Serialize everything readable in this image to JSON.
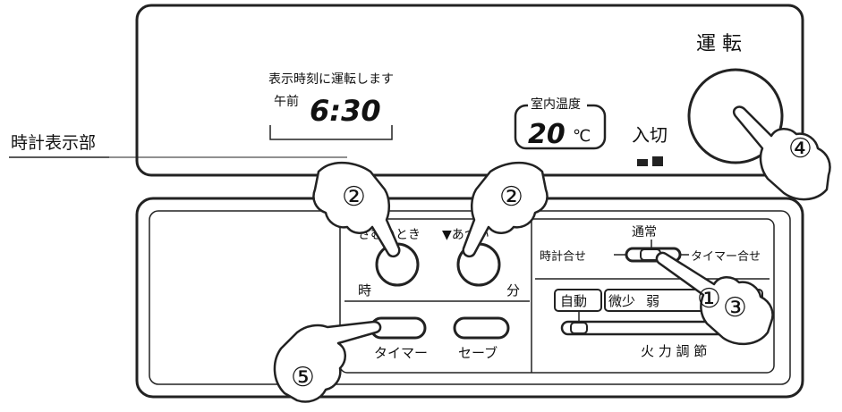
{
  "callout": {
    "clock_label": "時計表示部"
  },
  "display": {
    "run_notice": "表示時刻に運転します",
    "am_label": "午前",
    "clock_time": "6:30",
    "room_temp_label": "室内温度",
    "room_temp_value": "20",
    "room_temp_unit": "℃"
  },
  "run": {
    "label": "運 転",
    "on_off": "入切"
  },
  "panel": {
    "cold_label": "さむいとき",
    "hot_label": "▼あつい",
    "hour_label": "時",
    "minute_label": "分",
    "timer_label": "タイマー",
    "save_label": "セーブ",
    "mode_normal": "通常",
    "mode_clock_set": "時計合せ",
    "mode_timer_set": "タイマー合せ",
    "auto_label": "自動",
    "fire_micro": "微少",
    "fire_weak": "弱",
    "fire_label": "火 力 調 節"
  },
  "steps": [
    "②",
    "②",
    "①",
    "③",
    "④",
    "⑤"
  ]
}
